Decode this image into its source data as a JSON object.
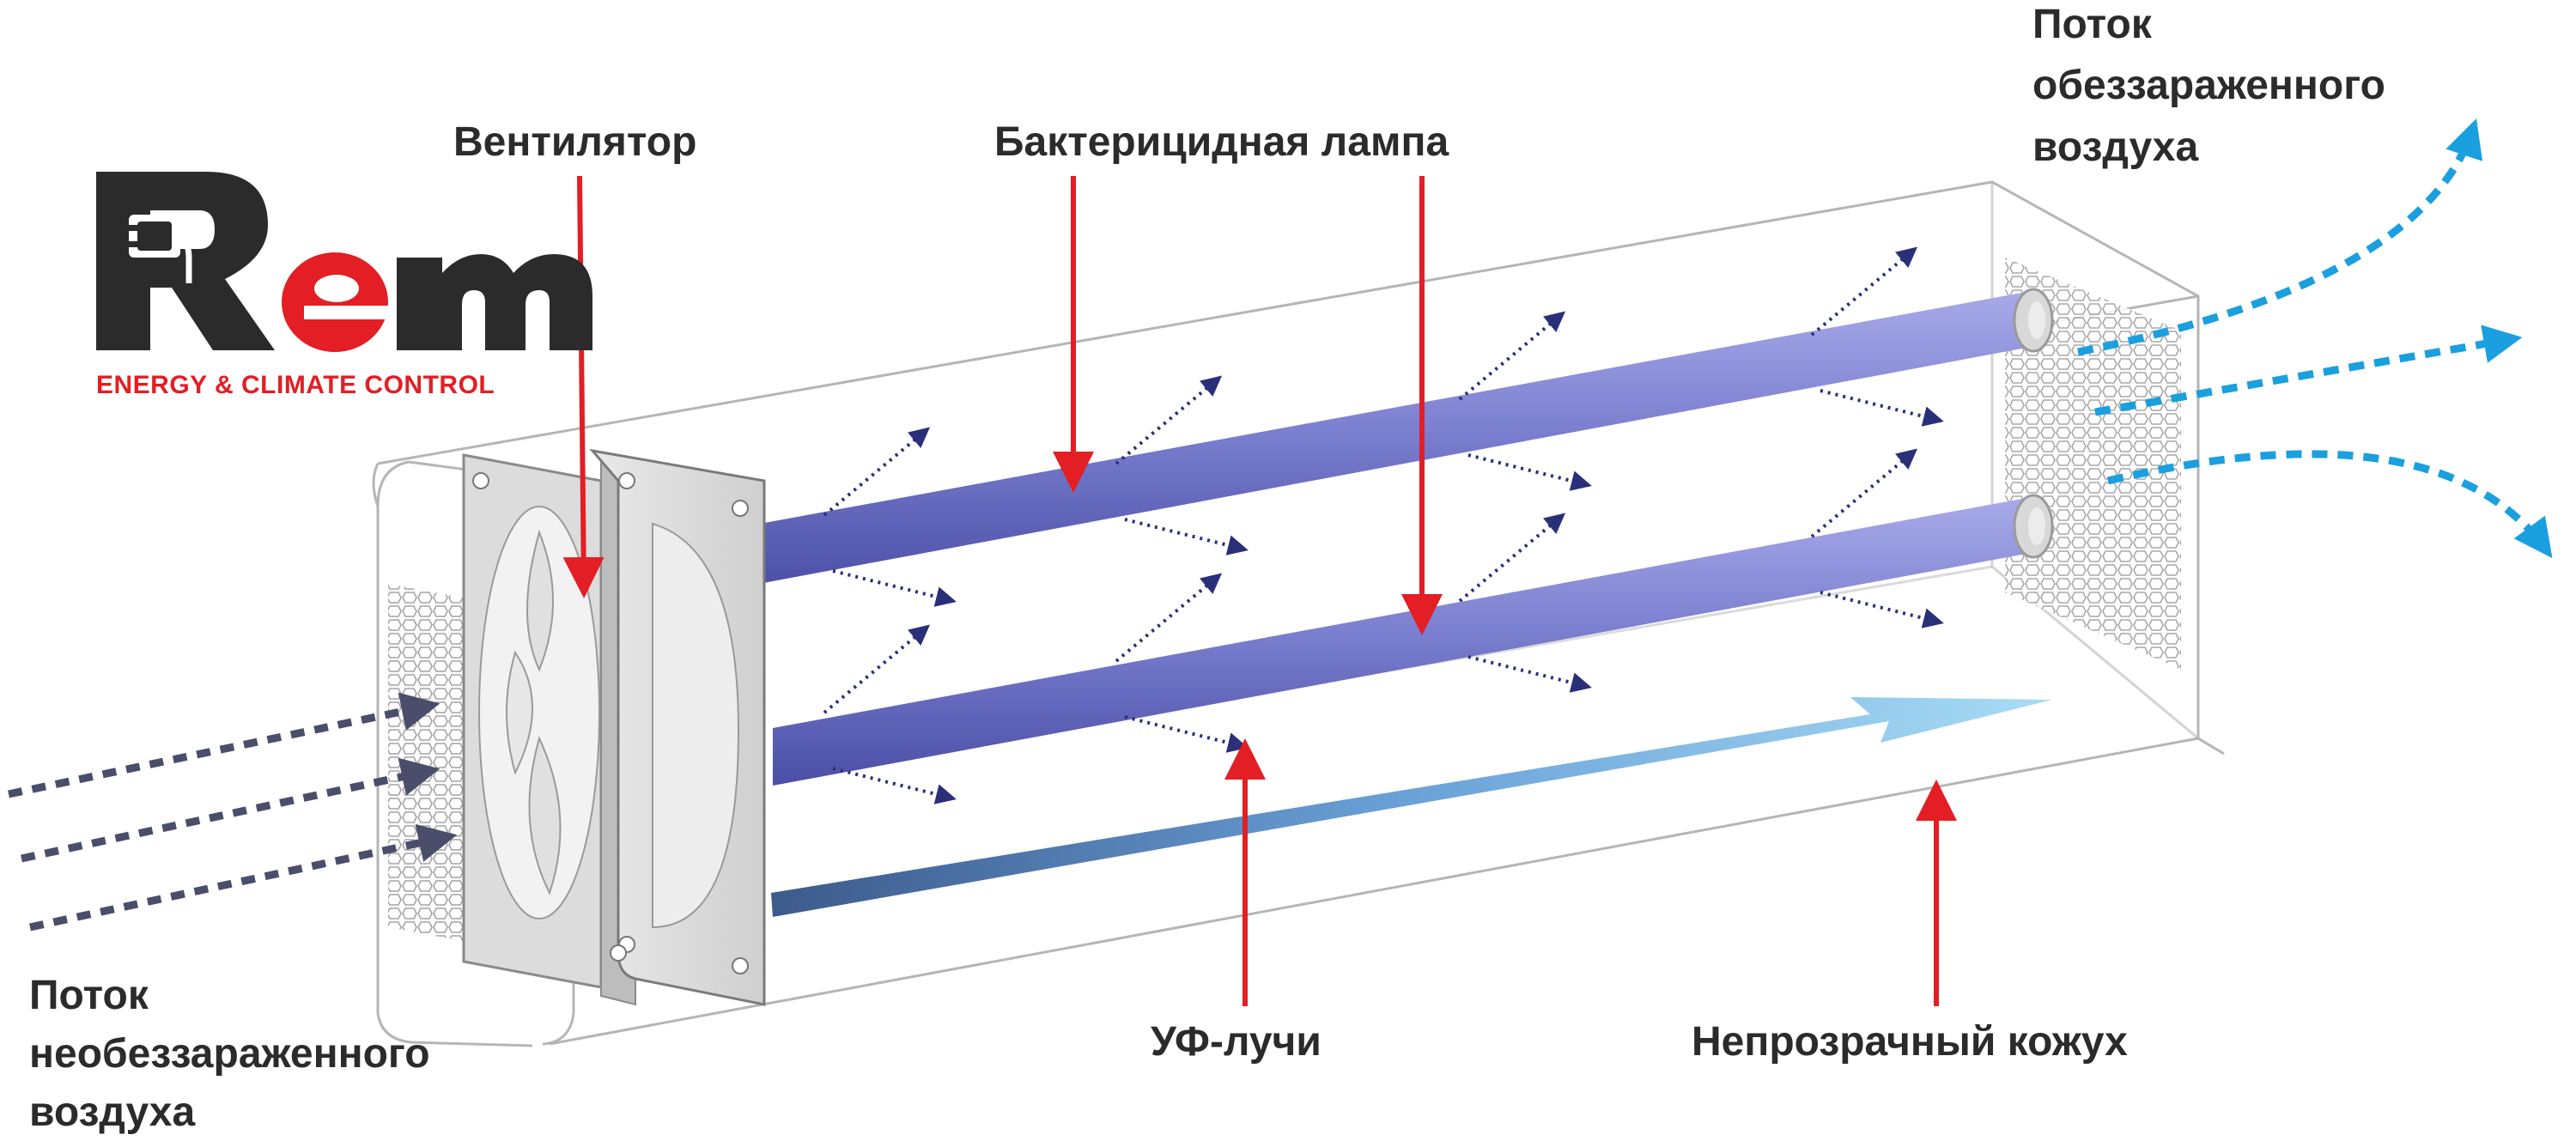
{
  "labels": {
    "fan": "Вентилятор",
    "lamp": "Бактерицидная лампа",
    "clean_flow": [
      "Поток",
      "обеззараженного",
      "воздуха"
    ],
    "dirty_flow": [
      "Поток",
      "необеззараженного",
      "воздуха"
    ],
    "uv_rays": "УФ-лучи",
    "casing": "Непрозрачный кожух"
  },
  "logo": {
    "letter_r": "R",
    "letters_em": "em",
    "tagline": "ENERGY & CLIMATE CONTROL"
  },
  "colors": {
    "pointer_red": "#e31e24",
    "lamp_blue": "#6f73c4",
    "clean_air": "#1a9fdf",
    "dirty_air": "#4a4e6b",
    "uv_ray": "#2a2f7a",
    "text": "#2b2b2b"
  }
}
